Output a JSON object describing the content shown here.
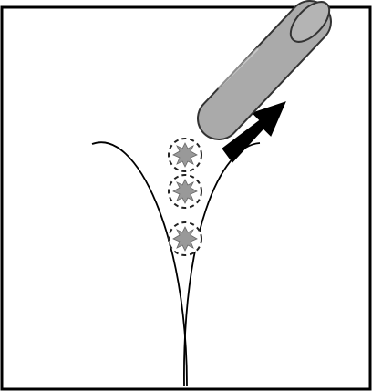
{
  "diagram": {
    "type": "schematic-illustration",
    "panel_border": true,
    "colors": {
      "background": "#ffffff",
      "line": "#000000",
      "tube_fill": "#aaaaaa",
      "tube_stroke": "#333333",
      "particle_fill": "#999999",
      "particle_outline": "#222222",
      "arrow_fill": "#000000"
    },
    "elements": {
      "curves": [
        {
          "name": "left-branch-curve",
          "icon": "curve"
        },
        {
          "name": "right-branch-curve",
          "icon": "curve"
        }
      ],
      "particles": [
        {
          "name": "particle-top",
          "icon": "burst-in-dashed-circle"
        },
        {
          "name": "particle-middle",
          "icon": "burst-in-dashed-circle"
        },
        {
          "name": "particle-bottom",
          "icon": "burst-in-dashed-circle"
        }
      ],
      "tube": {
        "name": "pipette-tube",
        "icon": "cylinder"
      },
      "arrow": {
        "name": "direction-arrow",
        "icon": "arrow-up-right"
      }
    }
  }
}
